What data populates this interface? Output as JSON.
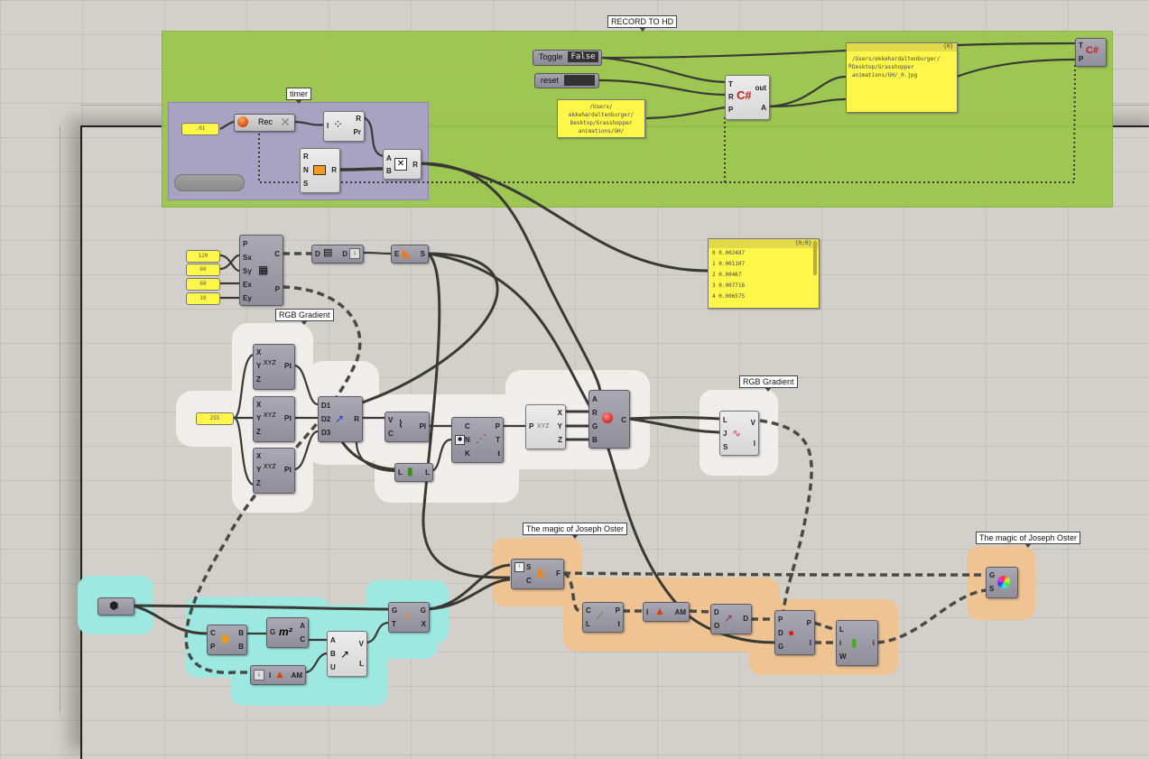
{
  "groups": {
    "record": {
      "label": "RECORD TO HD",
      "color": "#9cc64d"
    },
    "timer": {
      "label": "timer",
      "color": "#a8a2c3"
    },
    "rgb_gradient_1": {
      "label": "RGB Gradient",
      "color": "#efeeea"
    },
    "rgb_gradient_2": {
      "label": "RGB Gradient",
      "color": "#efeeea"
    },
    "oster_1": {
      "label": "The magic of Joseph Oster",
      "color": "#efc392"
    },
    "oster_2": {
      "label": "The magic of Joseph Oster",
      "color": "#efc392"
    },
    "cyan": {
      "color": "#9ee8e2"
    }
  },
  "record": {
    "toggle": {
      "label": "Toggle",
      "value": "False"
    },
    "reset": {
      "label": "reset"
    },
    "path_panel": {
      "text": "/Users/\nekkehardaltenburger/\nDesktop/Grasshopper\nanimations/GH/"
    },
    "csharp_1": {
      "inputs": [
        "T",
        "R",
        "P"
      ],
      "outputs": [
        "out",
        "A"
      ],
      "icon": "C#"
    },
    "output_panel": {
      "header": "{0}",
      "index": "0",
      "text": "/Users/ekkehardaltenburger/\nDesktop/Grasshopper\nanimations/GH/_0.jpg"
    },
    "csharp_2": {
      "inputs": [
        "T",
        "P"
      ],
      "icon": "C#"
    }
  },
  "timer": {
    "interval": ".01",
    "rec": {
      "label": "Rec"
    },
    "random": {
      "inputs": [
        "I"
      ],
      "outputs": [
        "R",
        "Pr"
      ]
    },
    "series": {
      "inputs": [
        "R",
        "N",
        "S"
      ],
      "outputs": [
        "R"
      ]
    },
    "multiply": {
      "inputs": [
        "A",
        "B"
      ],
      "outputs": [
        "R"
      ]
    }
  },
  "grid": {
    "sliders": [
      "120",
      "60",
      "60",
      "10"
    ],
    "rect_grid": {
      "inputs": [
        "P",
        "Sx",
        "Sy",
        "Ex",
        "Ey"
      ],
      "outputs": [
        "C",
        "P"
      ]
    },
    "data": {
      "inputs": [
        "D"
      ],
      "outputs": [
        "D"
      ]
    },
    "explode": {
      "inputs": [
        "E"
      ],
      "outputs": [
        "S"
      ]
    }
  },
  "values_panel": {
    "header": "{0;0}",
    "rows": [
      {
        "index": "0",
        "value": "0.002487"
      },
      {
        "index": "1",
        "value": "0.001107"
      },
      {
        "index": "2",
        "value": "0.00467"
      },
      {
        "index": "3",
        "value": "0.007716"
      },
      {
        "index": "4",
        "value": "0.006575"
      }
    ]
  },
  "gradient": {
    "slider": "255",
    "pt1": {
      "inputs": [
        "X",
        "Y",
        "Z"
      ],
      "outputs": [
        "Pt"
      ]
    },
    "pt2": {
      "inputs": [
        "X",
        "Y",
        "Z"
      ],
      "outputs": [
        "Pt"
      ]
    },
    "pt3": {
      "inputs": [
        "X",
        "Y",
        "Z"
      ],
      "outputs": [
        "Pt"
      ]
    },
    "vector": {
      "inputs": [
        "D1",
        "D2",
        "D3"
      ],
      "outputs": [
        "R"
      ]
    },
    "polyline": {
      "inputs": [
        "V",
        "C"
      ],
      "outputs": [
        "Pl"
      ]
    },
    "divide": {
      "inputs": [
        "C",
        "N",
        "K"
      ],
      "outputs": [
        "P",
        "T",
        "t"
      ]
    },
    "list_len": {
      "inputs": [
        "L"
      ],
      "outputs": [
        "L"
      ]
    },
    "decompose": {
      "inputs": [
        "P"
      ],
      "outputs": [
        "X",
        "Y",
        "Z"
      ]
    },
    "colour": {
      "inputs": [
        "A",
        "R",
        "G",
        "B"
      ],
      "outputs": [
        "C"
      ]
    },
    "graph": {
      "inputs": [
        "L",
        "J",
        "S"
      ],
      "outputs": [
        "V",
        "I"
      ]
    }
  },
  "cyan": {
    "brep": {},
    "box": {
      "inputs": [
        "C",
        "P"
      ],
      "outputs": [
        "B",
        "B"
      ]
    },
    "area": {
      "inputs": [
        "G"
      ],
      "outputs": [
        "A",
        "C"
      ]
    },
    "vec2pt": {
      "inputs": [
        "A",
        "B",
        "U"
      ],
      "outputs": [
        "V",
        "L"
      ]
    },
    "bounds": {
      "inputs": [
        "I"
      ],
      "outputs": [
        "AM"
      ]
    },
    "move": {
      "inputs": [
        "G",
        "T"
      ],
      "outputs": [
        "G",
        "X"
      ]
    }
  },
  "oster": {
    "surface_frames": {
      "inputs": [
        "S",
        "C"
      ],
      "outputs": [
        "F"
      ]
    },
    "curve_closest": {
      "inputs": [
        "C",
        "L"
      ],
      "outputs": [
        "P",
        "t"
      ]
    },
    "bounds": {
      "inputs": [
        "I"
      ],
      "outputs": [
        "AM"
      ]
    },
    "deconstruct": {
      "inputs": [
        "D",
        "O"
      ],
      "outputs": [
        "D"
      ]
    },
    "pull": {
      "inputs": [
        "P",
        "D",
        "G"
      ],
      "outputs": [
        "P",
        "I"
      ]
    },
    "list_item": {
      "inputs": [
        "L",
        "i",
        "W"
      ],
      "outputs": [
        "i"
      ]
    },
    "preview": {
      "inputs": [
        "G",
        "S"
      ]
    }
  }
}
